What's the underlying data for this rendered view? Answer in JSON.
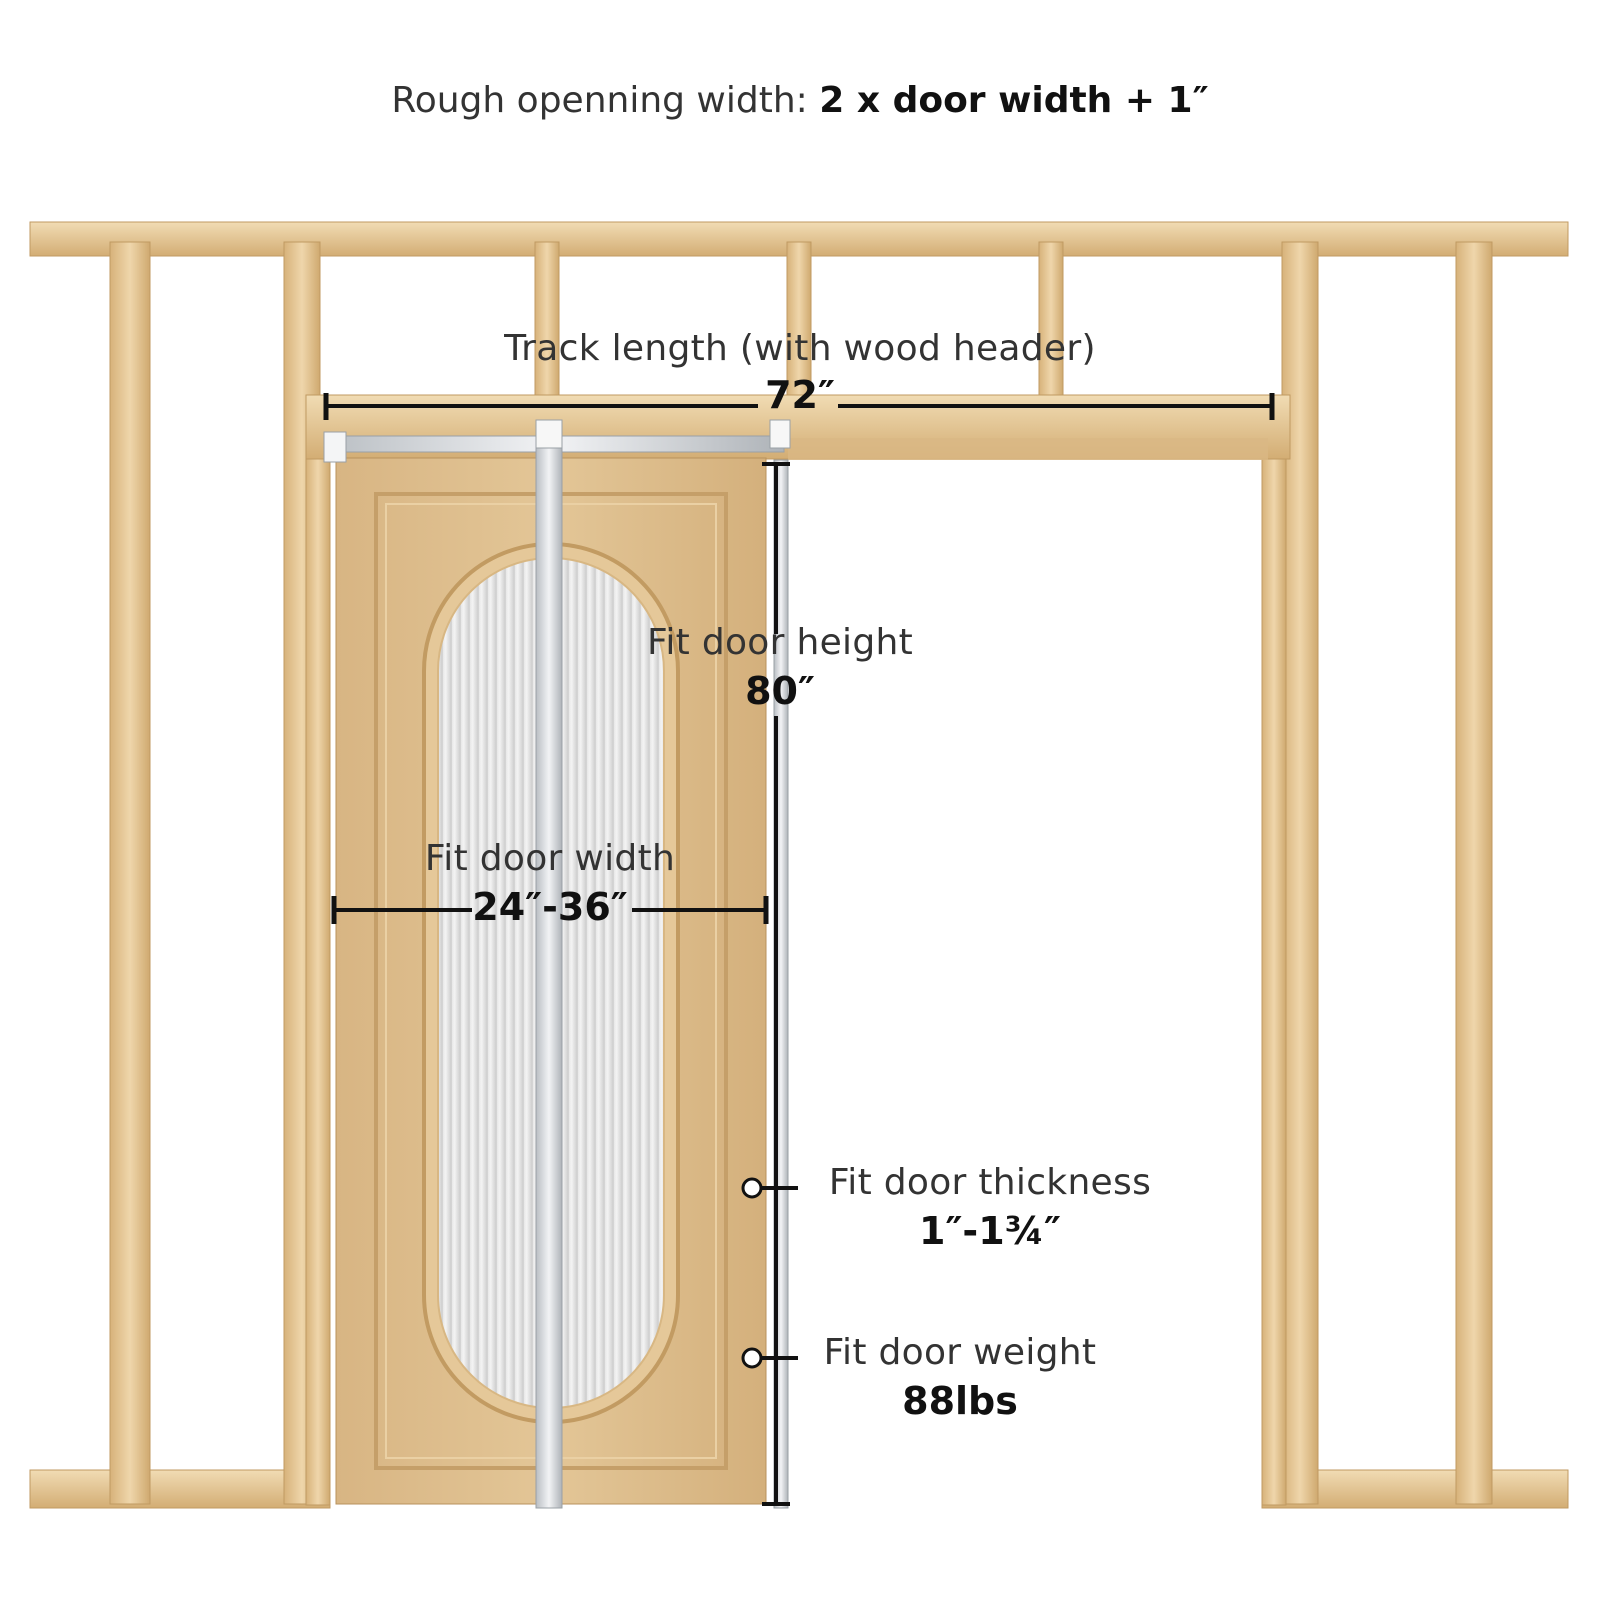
{
  "heading": {
    "prefix": "Rough openning width: ",
    "formula": "2 x door width + 1″"
  },
  "track": {
    "label": "Track length (with wood header)",
    "value": "72″"
  },
  "door_height": {
    "label": "Fit door height",
    "value": "80″"
  },
  "door_width": {
    "label": "Fit door width",
    "value": "24″-36″"
  },
  "door_thickness": {
    "label": "Fit door thickness",
    "value": "1″-1¾″"
  },
  "door_weight": {
    "label": "Fit door weight",
    "value": "88lbs"
  },
  "colors": {
    "wood": "#e6c99a",
    "wood_dark": "#c9a36c",
    "door": "#dcbc8c",
    "metal": "#d9dcdf",
    "line": "#111111"
  }
}
